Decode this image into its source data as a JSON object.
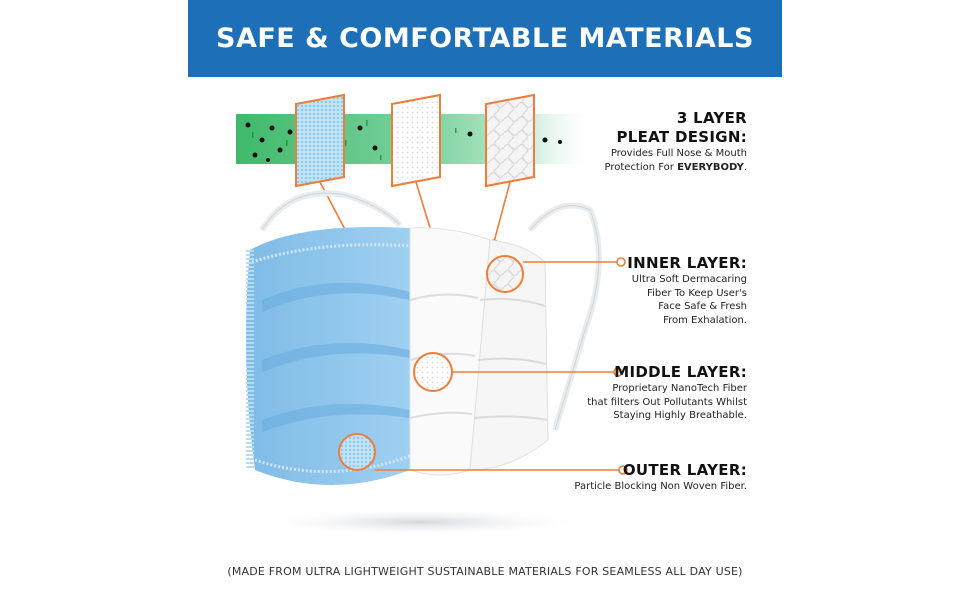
{
  "banner": {
    "title": "SAFE & COMFORTABLE MATERIALS"
  },
  "colors": {
    "brand_blue": "#1d70b7",
    "accent_orange": "#ee7d3b",
    "mask_blue": "#8ec3ea",
    "filter_green": "#58c47f"
  },
  "callouts": {
    "pleat": {
      "heading_line1": "3 LAYER",
      "heading_line2": "PLEAT DESIGN:",
      "body_line1": "Provides Full  Nose & Mouth",
      "body_line2_prefix": "Protection For ",
      "body_line2_bold": "EVERYBODY",
      "body_line2_suffix": "."
    },
    "inner": {
      "heading": "INNER LAYER:",
      "body": [
        "Ultra Soft Dermacaring",
        "Fiber To Keep User's",
        "Face Safe & Fresh",
        "From Exhalation."
      ]
    },
    "middle": {
      "heading": "MIDDLE LAYER:",
      "body": [
        "Proprietary NanoTech Fiber",
        "that filters Out Pollutants Whilst",
        "Staying Highly Breathable."
      ]
    },
    "outer": {
      "heading": "OUTER LAYER:",
      "body": [
        "Particle Blocking Non Woven Fiber."
      ]
    }
  },
  "footer": {
    "note": "(MADE FROM ULTRA LIGHTWEIGHT SUSTAINABLE MATERIALS FOR SEAMLESS ALL DAY USE)"
  }
}
